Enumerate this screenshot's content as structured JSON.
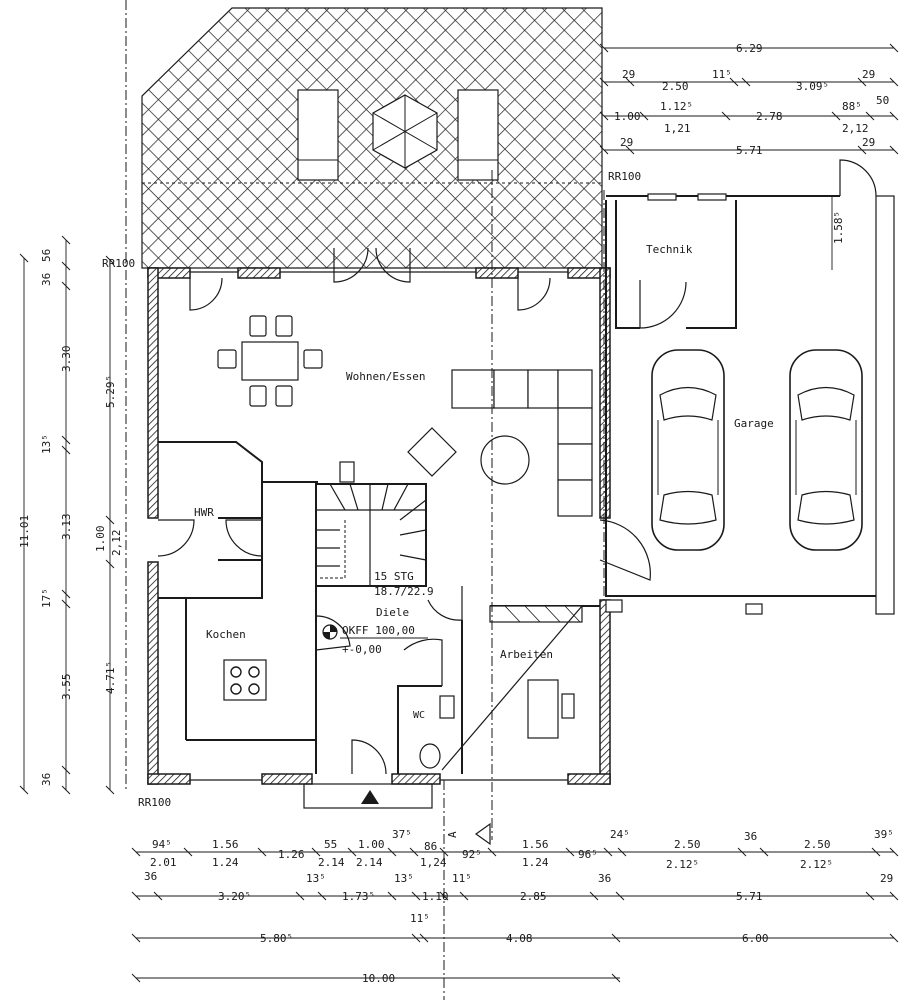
{
  "rooms": {
    "wohnen": "Wohnen/Essen",
    "technik": "Technik",
    "garage": "Garage",
    "hwr": "HWR",
    "kochen": "Kochen",
    "diele": "Diele",
    "arbeiten": "Arbeiten",
    "wc": "WC"
  },
  "stair": {
    "steps": "15 STG",
    "ratio": "18.7/22.9"
  },
  "levels": {
    "okff": "OKFF 100,00",
    "zero": "+-0,00"
  },
  "markers": {
    "rr_top": "RR100",
    "rr_left": "RR100",
    "rr_bottom": "RR100",
    "section": "A"
  },
  "dims_top": {
    "r1": [
      "6.29"
    ],
    "r2": [
      "29",
      "2.50",
      "11⁵",
      "3.09⁵",
      "29"
    ],
    "r3a": [
      "1.00",
      "1.12⁵",
      "2.78",
      "88⁵",
      "50"
    ],
    "r3b": [
      "1,21",
      "2,12"
    ],
    "r4": [
      "29",
      "5.71",
      "29"
    ],
    "garage_door": "1.58⁵"
  },
  "dims_left_outer": [
    "36",
    "56",
    "3.30",
    "13⁵",
    "3.13",
    "17⁵",
    "3.55",
    "36"
  ],
  "dims_left_total": "11.01",
  "dims_left_inner": [
    "5.29⁵",
    "1.00",
    "2,12",
    "4.71⁵"
  ],
  "dims_bottom": {
    "r1": [
      "94⁵",
      "1.56",
      "55",
      "1.00",
      "37⁵",
      "86",
      "1.56",
      "24⁵",
      "2.50",
      "36",
      "2.50",
      "39⁵"
    ],
    "r2": [
      "2.01",
      "1.24",
      "1.26",
      "2.14",
      "2.14",
      "1,24",
      "92⁵",
      "1.24",
      "96⁵",
      "2.12⁵",
      "2.12⁵"
    ],
    "r3": [
      "36",
      "3.20⁵",
      "13⁵",
      "1.73⁵",
      "13⁵",
      "1.10",
      "11⁵",
      "2.85",
      "36",
      "5.71",
      "29"
    ],
    "r4": [
      "11⁵",
      "5.80⁵",
      "4.08",
      "6.00"
    ],
    "r5": [
      "10.00"
    ]
  }
}
